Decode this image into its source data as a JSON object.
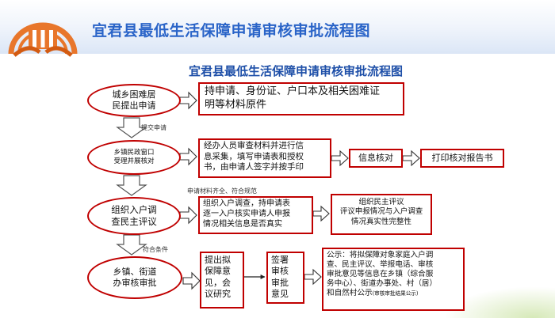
{
  "header": {
    "title": "宜君县最低生活保障申请审核审批流程图"
  },
  "diagram": {
    "title": "宜君县最低生活保障申请审核审批流程图"
  },
  "steps": [
    {
      "label": "城乡困难居\n民提出申请",
      "detail": "持申请、身份证、户口本及相关困难证\n明等材料原件"
    },
    {
      "label": "乡镇民政窗口\n受理并展核对",
      "detail": "经办人员审查材料并进行信\n息采集，填写申请表和授权\n书，由申请人签字并按手印",
      "sub1": "信息核对",
      "sub2": "打印核对报告书"
    },
    {
      "label": "组织入户调\n查民主评议",
      "detail": "组织入户调查，持申请表\n逐一入户核实申请人申报\n情况相关信息是否真实",
      "sub1": "组织民主评议\n评议申报情况与入户调查\n情况真实性完整性"
    },
    {
      "label": "乡镇、街道\n办审核审批",
      "detail": "提出拟\n保障意\n见，会\n议研究",
      "sub1": "签署\n审核\n审批\n意见",
      "sub2": "公示：将拟保障对象家庭入户调\n查、民主评议、举报电话、审核\n审批意见等信息在乡镇（综合服\n务中心）、街道办事处、村（居）\n和自然村公示",
      "sub2_small": "(审核审批结果公示)"
    }
  ],
  "captions": {
    "c1": "提交申请",
    "c2": "申请材料齐全、符合规范",
    "c3": "符合条件"
  },
  "colors": {
    "accent": "#c00000",
    "title": "#2a64c8",
    "logo": "#e8762b"
  }
}
